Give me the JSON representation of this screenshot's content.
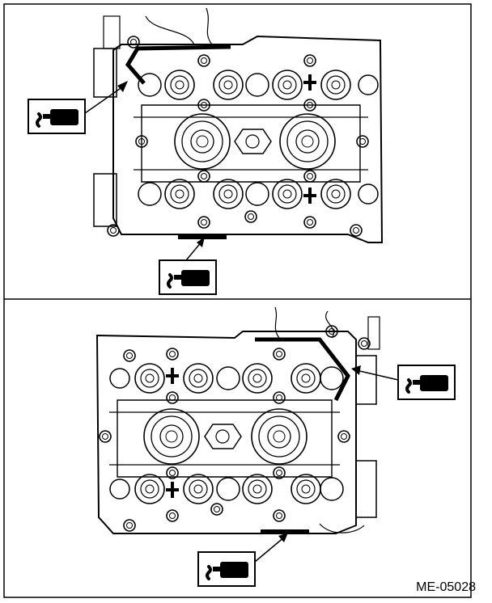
{
  "figure": {
    "code": "ME-05028",
    "panels": [
      {
        "name": "top",
        "callouts": [
          "left-side",
          "bottom"
        ]
      },
      {
        "name": "bottom",
        "callouts": [
          "right-side",
          "bottom"
        ]
      }
    ],
    "icon": "liquid-gasket-icon",
    "colors": {
      "ink": "#000000",
      "paper": "#ffffff"
    }
  }
}
